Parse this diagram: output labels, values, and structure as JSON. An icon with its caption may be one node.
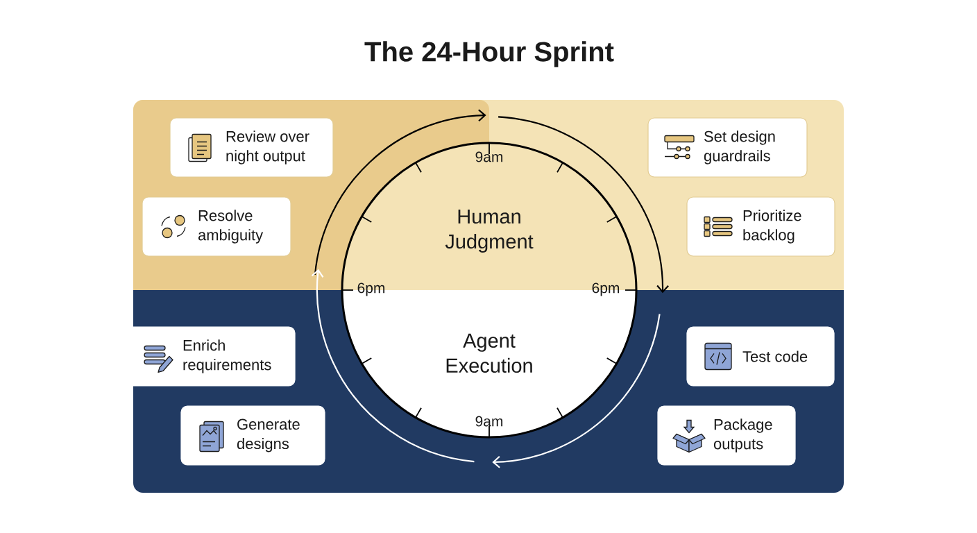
{
  "diagram": {
    "title": "The 24-Hour Sprint",
    "nodes": [
      {
        "text": [
          "Review over night output"
        ]
      },
      {
        "text": [
          "Set design guardrails"
        ]
      },
      {
        "text": [
          "Resolve ambiguity"
        ]
      },
      {
        "text": [
          "Human Judgment"
        ]
      },
      {
        "text": [
          "Prioritize backlog"
        ]
      },
      {
        "text": [
          "Enrich requirements"
        ]
      },
      {
        "text": [
          "Agent Execution"
        ]
      },
      {
        "text": [
          "Test code"
        ]
      },
      {
        "text": [
          "Generate designs"
        ]
      },
      {
        "text": [
          "Package outputs"
        ]
      }
    ],
    "labels": [
      "9am",
      "6pm",
      "6pm",
      "9am"
    ]
  }
}
